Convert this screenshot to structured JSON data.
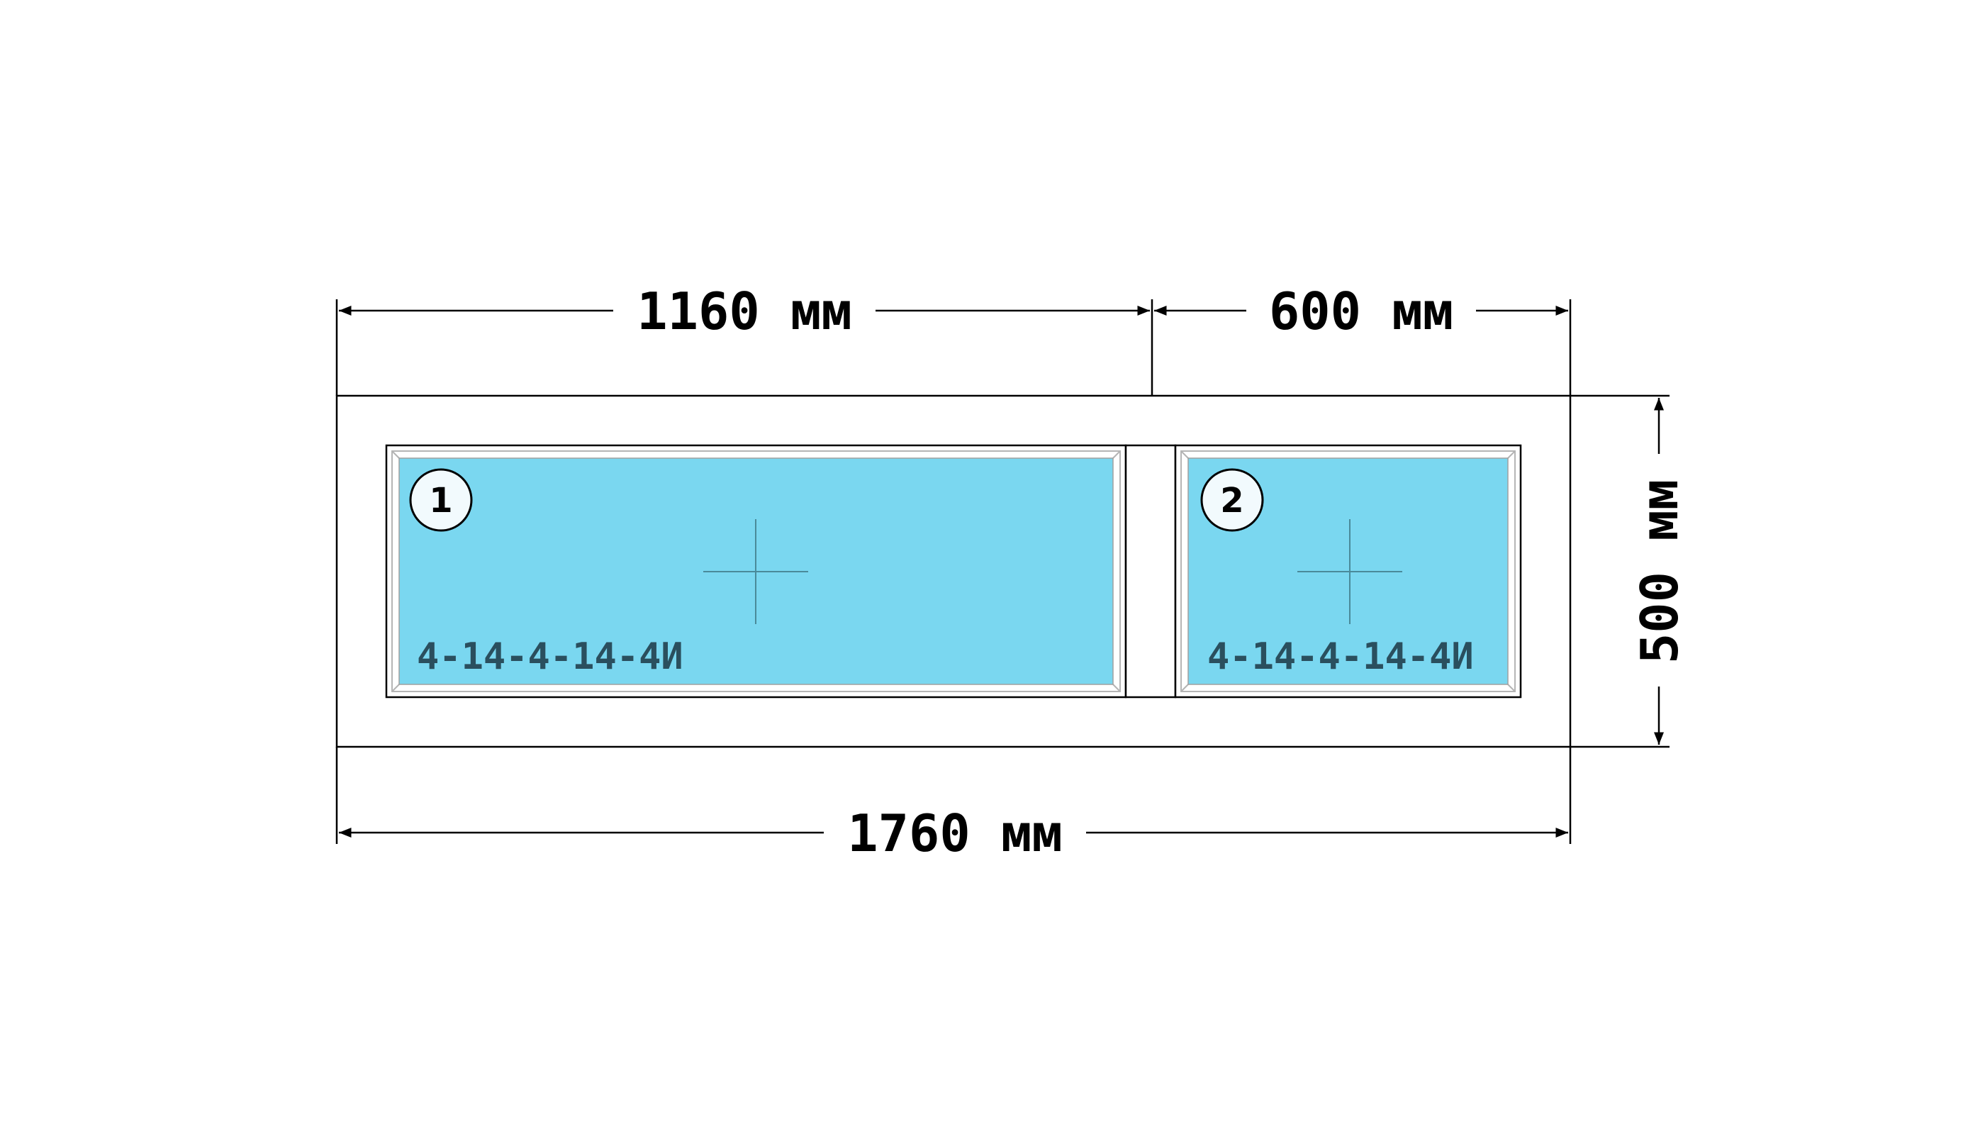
{
  "dimensions": {
    "left_width": "1160 мм",
    "right_width": "600 мм",
    "total_width": "1760 мм",
    "height": "500 мм"
  },
  "panes": [
    {
      "number": "1",
      "glass_formula": "4-14-4-14-4И"
    },
    {
      "number": "2",
      "glass_formula": "4-14-4-14-4И"
    }
  ],
  "colors": {
    "glass": "#7ad7f0",
    "glass_text": "#2a4f5e",
    "line": "#000000",
    "bead": "#c8c8c8"
  }
}
